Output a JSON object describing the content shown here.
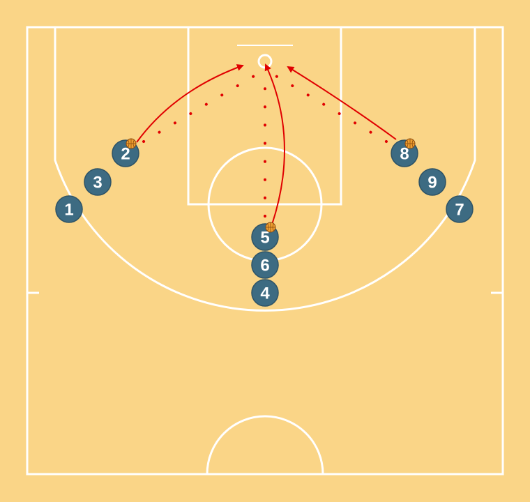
{
  "colors": {
    "court": "#fad587",
    "lines": "#ffffff",
    "player_fill": "#3d6b82",
    "player_stroke": "#2e5366",
    "action": "#e00000",
    "ball": "#f0a030"
  },
  "players": [
    {
      "number": "1",
      "has_ball": false
    },
    {
      "number": "2",
      "has_ball": true
    },
    {
      "number": "3",
      "has_ball": false
    },
    {
      "number": "4",
      "has_ball": false
    },
    {
      "number": "5",
      "has_ball": true
    },
    {
      "number": "6",
      "has_ball": false
    },
    {
      "number": "7",
      "has_ball": false
    },
    {
      "number": "8",
      "has_ball": true
    },
    {
      "number": "9",
      "has_ball": false
    }
  ],
  "actions": [
    {
      "type": "dribble",
      "from_player": "2",
      "to": "basket"
    },
    {
      "type": "dribble",
      "from_player": "5",
      "to": "basket"
    },
    {
      "type": "dribble",
      "from_player": "8",
      "to": "basket"
    },
    {
      "type": "pass",
      "from_player": "2",
      "to": "basket"
    },
    {
      "type": "pass",
      "from_player": "5",
      "to": "basket"
    },
    {
      "type": "pass",
      "from_player": "8",
      "to": "basket"
    }
  ]
}
